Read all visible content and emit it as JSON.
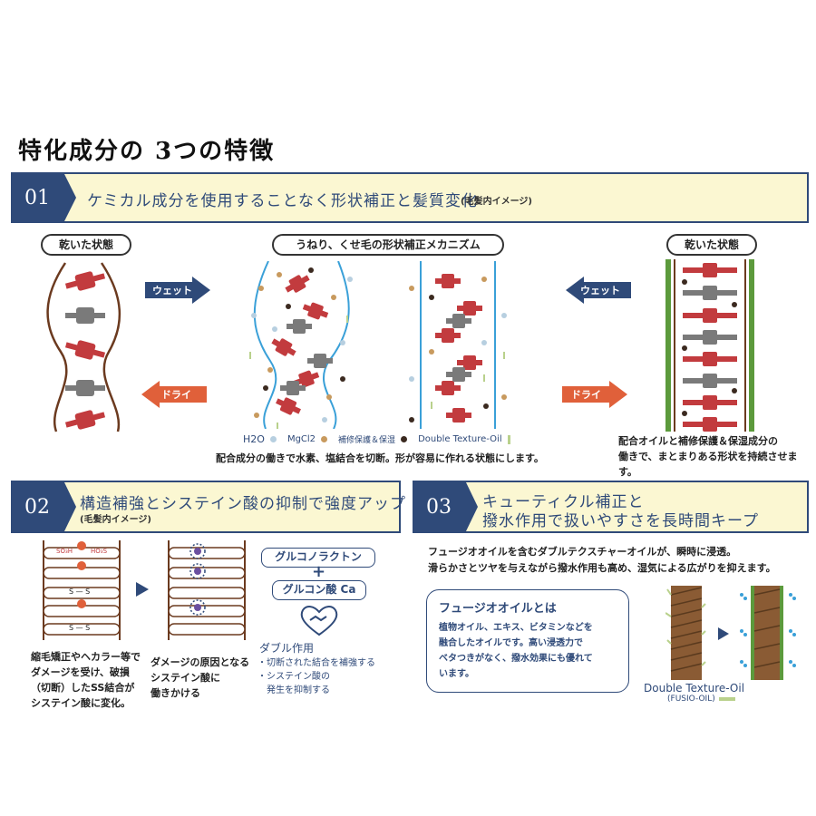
{
  "page_title": "特化成分の 3つの特徴",
  "section1": {
    "num": "01",
    "title": "ケミカル成分を使用することなく形状補正と髪質変化",
    "subtitle": "(毛髪内イメージ)",
    "left_label": "乾いた状態",
    "center_label": "うねり、くせ毛の形状補正メカニズム",
    "right_label": "乾いた状態",
    "wet_label": "ウェット",
    "dry_label": "ドライ",
    "legend": {
      "h2o": "H2O",
      "mgcl2": "MgCl2",
      "repair": "補修保護＆保湿",
      "oil": "Double Texture-Oil"
    },
    "center_caption": "配合成分の働きで水素、塩結合を切断。形が容易に作れる状態にします。",
    "right_caption_1": "配合オイルと補修保護＆保湿成分の",
    "right_caption_2": "働きで、まとまりある形状を持続させます。"
  },
  "section2": {
    "num": "02",
    "title": "構造補強とシステイン酸の抑制で強度アップ",
    "subtitle": "(毛髪内イメージ)",
    "caption_left": [
      "縮毛矯正やヘカラー等で",
      "ダメージを受け、破損",
      "（切断）したSS結合が",
      "システイン酸に変化。"
    ],
    "caption_mid": [
      "ダメージの原因となる",
      "システイン酸に",
      "働きかける"
    ],
    "box1": "グルコノラクトン",
    "plus": "+",
    "box2": "グルコン酸 Ca",
    "double_title": "ダブル作用",
    "double_items": [
      "・切断された結合を補強する",
      "・システイン酸の",
      "　発生を抑制する"
    ],
    "bond_labels": {
      "soh": "SO₃H",
      "hos": "HO₃S",
      "ss": "S — S",
      "s_s": "S　S"
    }
  },
  "section3": {
    "num": "03",
    "title_line1": "キューティクル補正と",
    "title_line2": "撥水作用で扱いやすさを長時間キープ",
    "desc_line1": "フュージオオイルを含むダブルテクスチャーオイルが、瞬時に浸透。",
    "desc_line2": "滑らかさとツヤを与えながら撥水作用も高め、湿気による広がりを抑えます。",
    "box_title": "フュージオオイルとは",
    "box_lines": [
      "植物オイル、エキス、ビタミンなどを",
      "融合したオイルです。高い浸透力で",
      "ベタつきがなく、撥水効果にも優れて",
      "います。"
    ],
    "oil_label": "Double Texture-Oil",
    "oil_sub": "(FUSIO-OIL)"
  },
  "colors": {
    "navy": "#2f4a79",
    "cream": "#fbf7d2",
    "red": "#c23b3e",
    "gray": "#7a7a7a",
    "brown": "#6b3a1f",
    "orange": "#e0603a",
    "green": "#5c9a3c",
    "blue_line": "#3aa0d8"
  }
}
